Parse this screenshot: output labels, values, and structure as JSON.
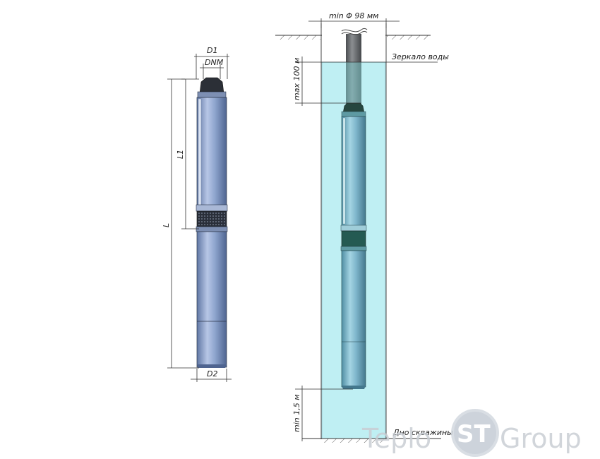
{
  "left_pump": {
    "dim_d1": "D1",
    "dim_dnm": "DNM",
    "dim_l1": "L1",
    "dim_l": "L",
    "dim_d2": "D2"
  },
  "installation": {
    "min_diameter": "min Φ  98 мм",
    "water_level": "Зеркало воды",
    "max_depth": "max 100 м",
    "min_bottom": "min 1,5 м",
    "well_bottom": "Дно скважины"
  },
  "watermark": {
    "text_left": "Teplo",
    "text_badge": "ST",
    "text_right": "Group"
  },
  "colors": {
    "water": "#bfeff3",
    "water_edge": "#7fb7c0",
    "pump_body": "#8fa6cf",
    "pump_dark": "#3b4a6b",
    "pipe": "#6f7275"
  }
}
